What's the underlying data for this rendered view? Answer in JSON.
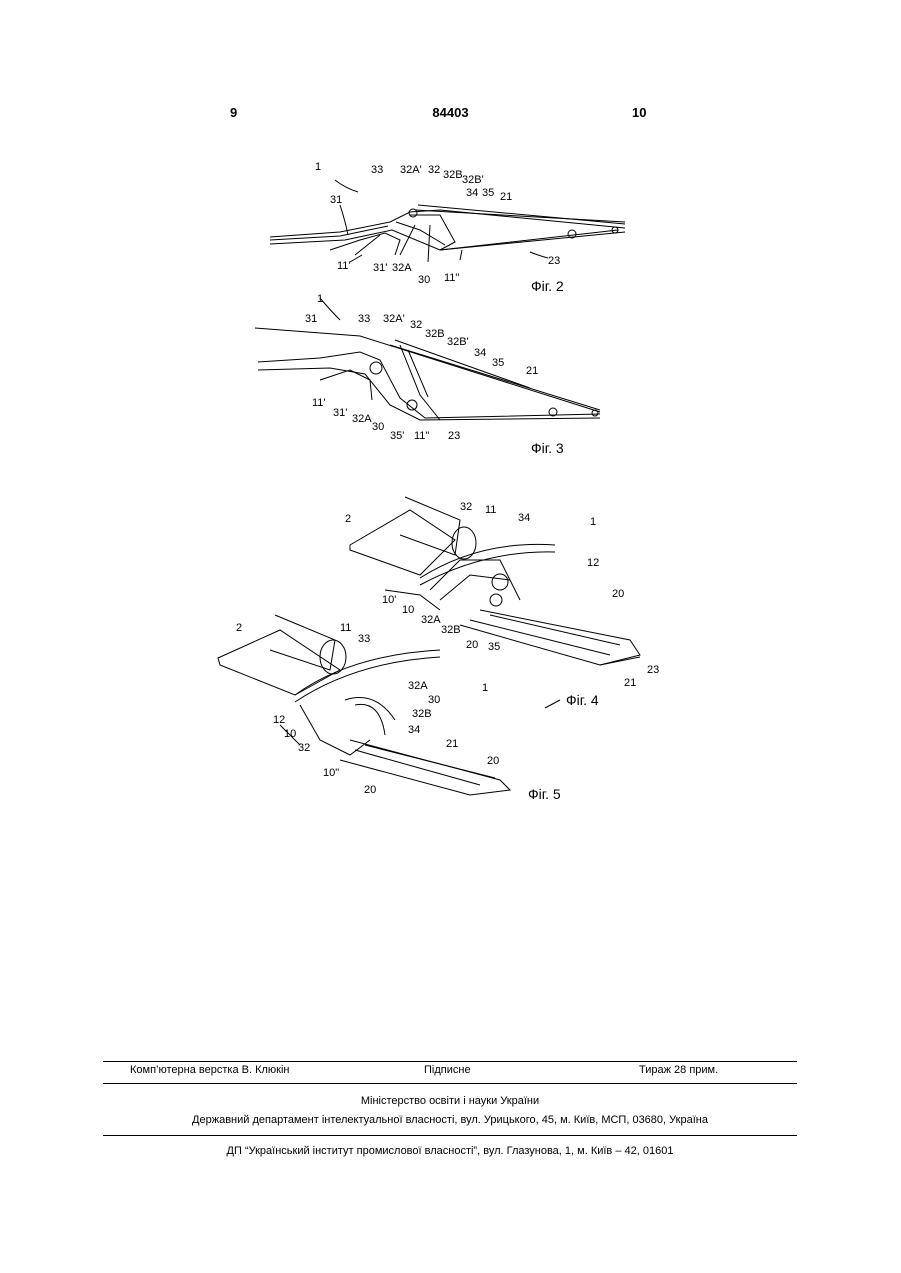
{
  "header": {
    "page_left": "9",
    "patent_number": "84403",
    "page_right": "10"
  },
  "figures": {
    "fig2": {
      "caption": "Фіг. 2",
      "labels": {
        "l1": "1",
        "l33": "33",
        "l32a_prime": "32A'",
        "l32": "32",
        "l32b": "32B",
        "l32b_prime": "32B'",
        "l34": "34",
        "l35": "35",
        "l21": "21",
        "l31": "31",
        "l11_prime": "11'",
        "l31_prime": "31'",
        "l32a": "32A",
        "l30": "30",
        "l11_dprime": "11\"",
        "l23": "23"
      }
    },
    "fig3": {
      "caption": "Фіг. 3",
      "labels": {
        "l1": "1",
        "l31": "31",
        "l33": "33",
        "l32a_prime": "32A'",
        "l32": "32",
        "l32b": "32B",
        "l32b_prime": "32B'",
        "l34": "34",
        "l35": "35",
        "l21": "21",
        "l11_prime": "11'",
        "l31_prime": "31'",
        "l32a": "32A",
        "l30": "30",
        "l35_prime": "35'",
        "l11_dprime": "11\"",
        "l23": "23"
      }
    },
    "fig4": {
      "caption": "Фіг. 4",
      "labels": {
        "l2": "2",
        "l32": "32",
        "l11": "11",
        "l34": "34",
        "l1": "1",
        "l12": "12",
        "l20": "20",
        "l10_prime": "10'",
        "l10": "10",
        "l32a": "32A",
        "l32b": "32B",
        "l20b": "20",
        "l35": "35",
        "l23": "23",
        "l21": "21"
      }
    },
    "fig5": {
      "caption": "Фіг. 5",
      "labels": {
        "l2": "2",
        "l11": "11",
        "l33": "33",
        "l32a": "32A",
        "l30": "30",
        "l1": "1",
        "l32b": "32B",
        "l12": "12",
        "l10": "10",
        "l34": "34",
        "l32": "32",
        "l21": "21",
        "l10_dprime": "10\"",
        "l20": "20",
        "l20b": "20"
      }
    }
  },
  "footer": {
    "layout_credit": "Комп’ютерна верстка В. Клюкін",
    "signed": "Підписне",
    "circulation": "Тираж 28 прим.",
    "ministry": "Міністерство освіти і науки України",
    "department": "Державний департамент інтелектуальної власності, вул. Урицького, 45, м. Київ, МСП, 03680, Україна",
    "institute": "ДП “Український інститут промислової власності”, вул. Глазунова, 1, м. Київ – 42, 01601"
  }
}
